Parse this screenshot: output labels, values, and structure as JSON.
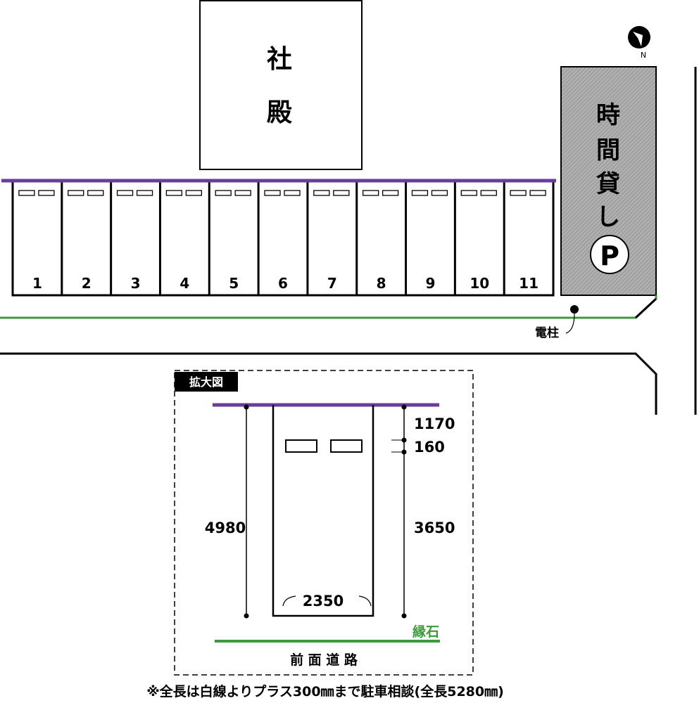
{
  "shrine": {
    "label_1": "社",
    "label_2": "殿"
  },
  "hourly_parking": {
    "chars": [
      "時",
      "間",
      "貸",
      "し"
    ],
    "p_label": "P"
  },
  "compass": {
    "north_label": "N"
  },
  "stalls": [
    "1",
    "2",
    "3",
    "4",
    "5",
    "6",
    "7",
    "8",
    "9",
    "10",
    "11"
  ],
  "utility_pole_label": "電柱",
  "detail": {
    "title": "拡大図",
    "dim_total_length": "4980",
    "dim_top": "1170",
    "dim_stop": "160",
    "dim_bottom": "3650",
    "dim_width": "2350",
    "curb_label": "縁石",
    "road_label": "前 面 道 路"
  },
  "footnote": "※全長は白線よりプラス300㎜まで駐車相談(全長5280㎜)",
  "colors": {
    "purple": "#6a3d9a",
    "green": "#3c9a3c",
    "hatch": "#a8a8a8"
  }
}
